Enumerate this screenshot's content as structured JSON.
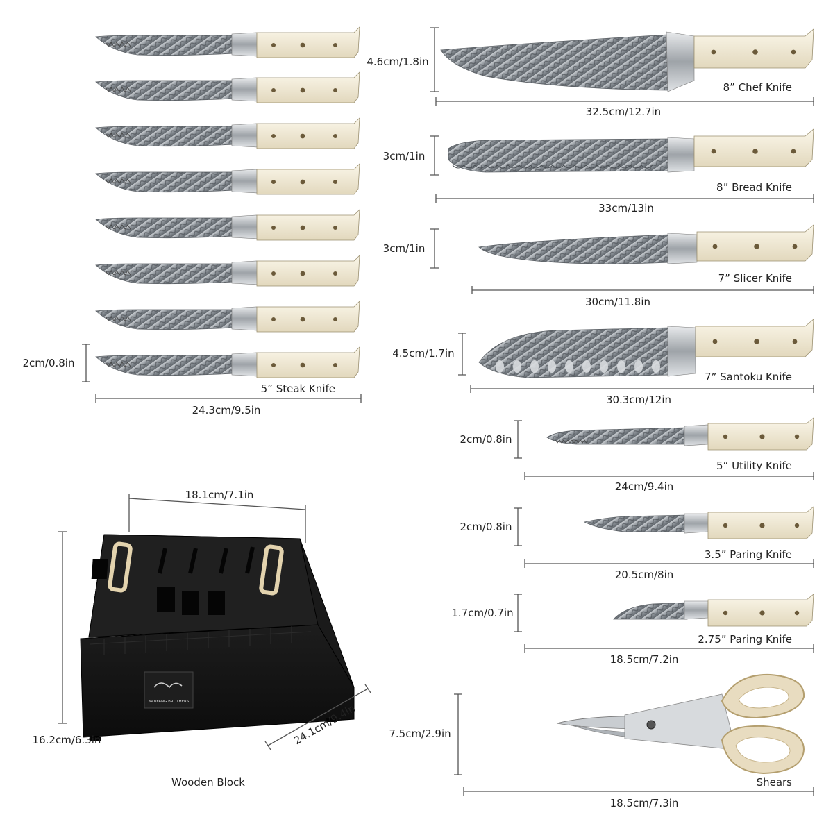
{
  "steak": {
    "name": "5” Steak Knife",
    "width": "24.3cm/9.5in",
    "height": "2cm/0.8in"
  },
  "knives": [
    {
      "key": "chef",
      "name": "8” Chef Knife",
      "width": "32.5cm/12.7in",
      "height": "4.6cm/1.8in"
    },
    {
      "key": "bread",
      "name": "8” Bread Knife",
      "width": "33cm/13in",
      "height": "3cm/1in"
    },
    {
      "key": "slicer",
      "name": "7” Slicer Knife",
      "width": "30cm/11.8in",
      "height": "3cm/1in"
    },
    {
      "key": "santoku",
      "name": "7” Santoku Knife",
      "width": "30.3cm/12in",
      "height": "4.5cm/1.7in"
    },
    {
      "key": "utility",
      "name": "5” Utility Knife",
      "width": "24cm/9.4in",
      "height": "2cm/0.8in"
    },
    {
      "key": "paring35",
      "name": "3.5” Paring Knife",
      "width": "20.5cm/8in",
      "height": "2cm/0.8in"
    },
    {
      "key": "paring275",
      "name": "2.75” Paring Knife",
      "width": "18.5cm/7.2in",
      "height": "1.7cm/0.7in"
    }
  ],
  "shears": {
    "name": "Shears",
    "width": "18.5cm/7.3in",
    "height": "7.5cm/2.9in"
  },
  "block": {
    "name": "Wooden Block",
    "width": "18.1cm/7.1in",
    "height": "16.2cm/6.3in",
    "depth": "24.1cm/9.4in",
    "brand": "NANFANG BROTHERS"
  },
  "colors": {
    "handle": "#f1ead6",
    "blade": "#9aa0a6",
    "block": "#141414",
    "text": "#222222"
  }
}
